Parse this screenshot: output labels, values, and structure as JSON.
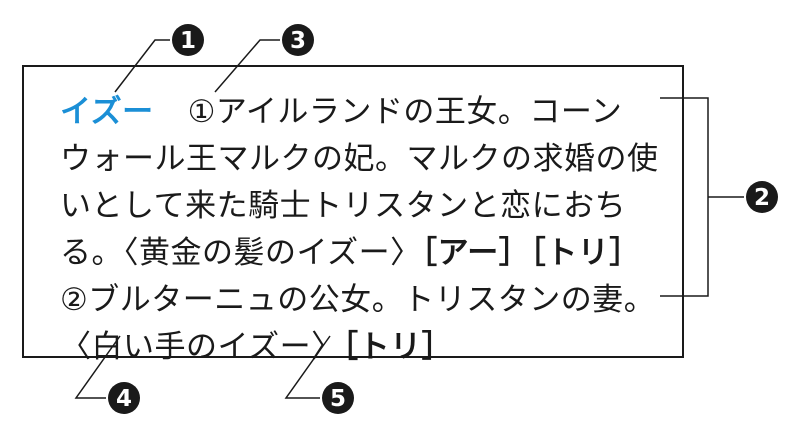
{
  "entry": {
    "headword": "イズー",
    "lines": [
      "①アイルランドの王女。コーン",
      "ウォール王マルクの妃。マルクの求婚の使",
      "いとして来た騎士トリスタンと恋におち",
      "る。〈黄金の髪のイズー〉",
      "②ブルターニュの公女。トリスタンの妻。",
      "〈白い手のイズー〉"
    ],
    "tags": {
      "arthur": "［アー］",
      "tristan_1": "［トリ］",
      "tristan_2": "［トリ］"
    }
  },
  "callouts": {
    "c1": "1",
    "c2": "2",
    "c3": "3",
    "c4": "4",
    "c5": "5"
  },
  "colors": {
    "headword": "#1b8fd6",
    "ink": "#1a1a1a"
  }
}
